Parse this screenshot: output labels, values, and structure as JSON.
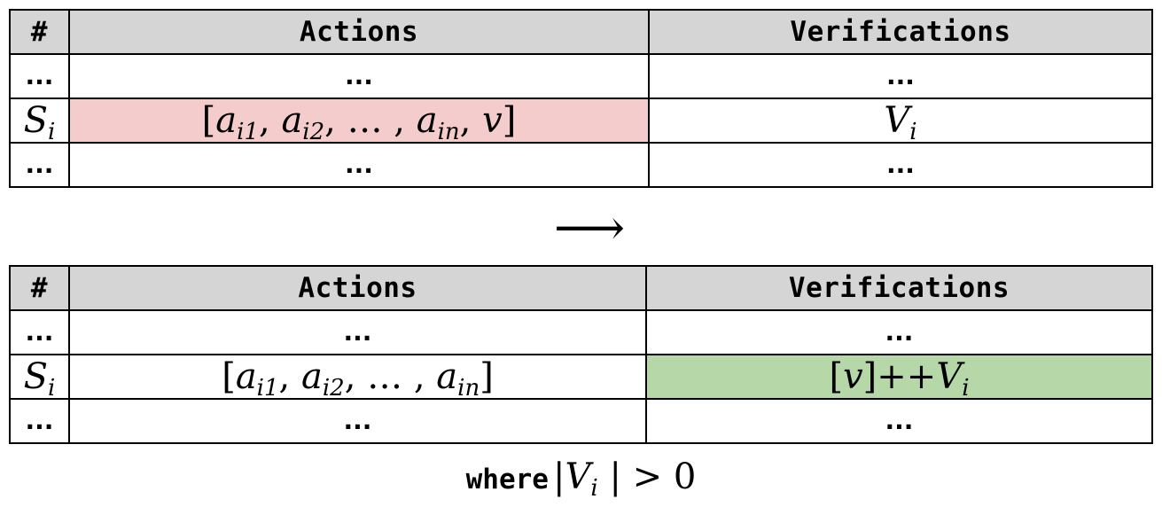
{
  "headers": {
    "num": "#",
    "actions": "Actions",
    "verifications": "Verifications"
  },
  "ellipsis": "...",
  "row_label": {
    "base": "S",
    "sub": "i"
  },
  "top": {
    "actions": {
      "open": "[",
      "a1": "a",
      "a1_sub": "i1",
      "sep1": ", ",
      "a2": "a",
      "a2_sub": "i2",
      "mid": ",  … , ",
      "an": "a",
      "an_sub": "in",
      "sep2": ", ",
      "v": "v",
      "close": "]"
    },
    "verifications": {
      "base": "V",
      "sub": "i"
    }
  },
  "arrow": "⟶",
  "bottom": {
    "actions": {
      "open": "[",
      "a1": "a",
      "a1_sub": "i1",
      "sep1": ", ",
      "a2": "a",
      "a2_sub": "i2",
      "mid": ",  … , ",
      "an": "a",
      "an_sub": "in",
      "close": "]"
    },
    "verifications": {
      "open": "[",
      "v": "v",
      "close": "]",
      "concat": "++",
      "base": "V",
      "sub": "i"
    }
  },
  "footer": {
    "where": "where",
    "bar_open": "|",
    "base": "V",
    "sub": "i",
    "bar_close": " |",
    "cond": "  > 0"
  },
  "colors": {
    "removed_highlight": "#f4cccc",
    "added_highlight": "#b6d7a8",
    "header_bg": "#d5d5d5"
  }
}
